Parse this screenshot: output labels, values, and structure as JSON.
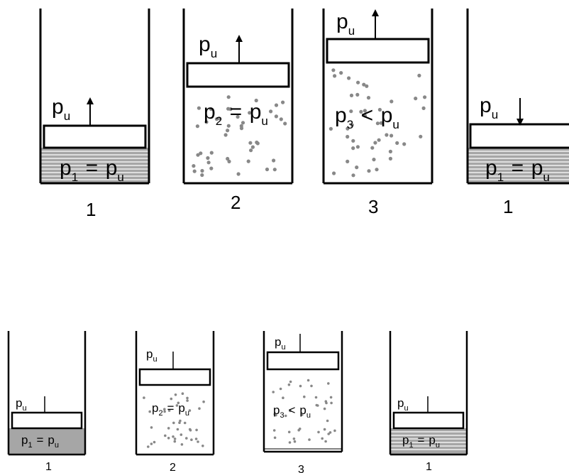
{
  "colors": {
    "line": "#000000",
    "liquid_fill": "#a6a6a6",
    "liquid_stripe": "#ffffff",
    "gas_dot": "#888888",
    "background": "#ffffff"
  },
  "rows": [
    {
      "name": "top",
      "stages": [
        {
          "label": "1",
          "equation": {
            "left": "p",
            "left_sub": "1",
            "op": "=",
            "right": "p",
            "right_sub": "u"
          },
          "pressure": {
            "base": "p",
            "sub": "u"
          },
          "arrow": "up",
          "state": "liquid"
        },
        {
          "label": "2",
          "equation": {
            "left": "p",
            "left_sub": "2",
            "op": "=",
            "right": "p",
            "right_sub": "u"
          },
          "pressure": {
            "base": "p",
            "sub": "u"
          },
          "arrow": "up",
          "state": "gas"
        },
        {
          "label": "3",
          "equation": {
            "left": "p",
            "left_sub": "3",
            "op": "<",
            "right": "p",
            "right_sub": "u"
          },
          "pressure": {
            "base": "p",
            "sub": "u"
          },
          "arrow": "up",
          "state": "gas"
        },
        {
          "label": "1",
          "equation": {
            "left": "p",
            "left_sub": "1",
            "op": "=",
            "right": "p",
            "right_sub": "u"
          },
          "pressure": {
            "base": "p",
            "sub": "u"
          },
          "arrow": "down",
          "state": "liquid"
        }
      ]
    },
    {
      "name": "bottom",
      "stages": [
        {
          "label": "1",
          "equation": {
            "left": "p",
            "left_sub": "1",
            "op": "=",
            "right": "p",
            "right_sub": "u"
          },
          "pressure": {
            "base": "p",
            "sub": "u"
          },
          "arrow": "none",
          "state": "liquid"
        },
        {
          "label": "2",
          "equation": {
            "left": "p",
            "left_sub": "2",
            "op": "=",
            "right": "p",
            "right_sub": "u"
          },
          "pressure": {
            "base": "p",
            "sub": "u"
          },
          "arrow": "none",
          "state": "gas"
        },
        {
          "label": "3",
          "equation": {
            "left": "p",
            "left_sub": "3",
            "op": "<",
            "right": "p",
            "right_sub": "u"
          },
          "pressure": {
            "base": "p",
            "sub": "u"
          },
          "arrow": "none",
          "state": "gas"
        },
        {
          "label": "1",
          "equation": {
            "left": "p",
            "left_sub": "1",
            "op": "=",
            "right": "p",
            "right_sub": "u"
          },
          "pressure": {
            "base": "p",
            "sub": "u"
          },
          "arrow": "none",
          "state": "liquid"
        }
      ]
    }
  ]
}
